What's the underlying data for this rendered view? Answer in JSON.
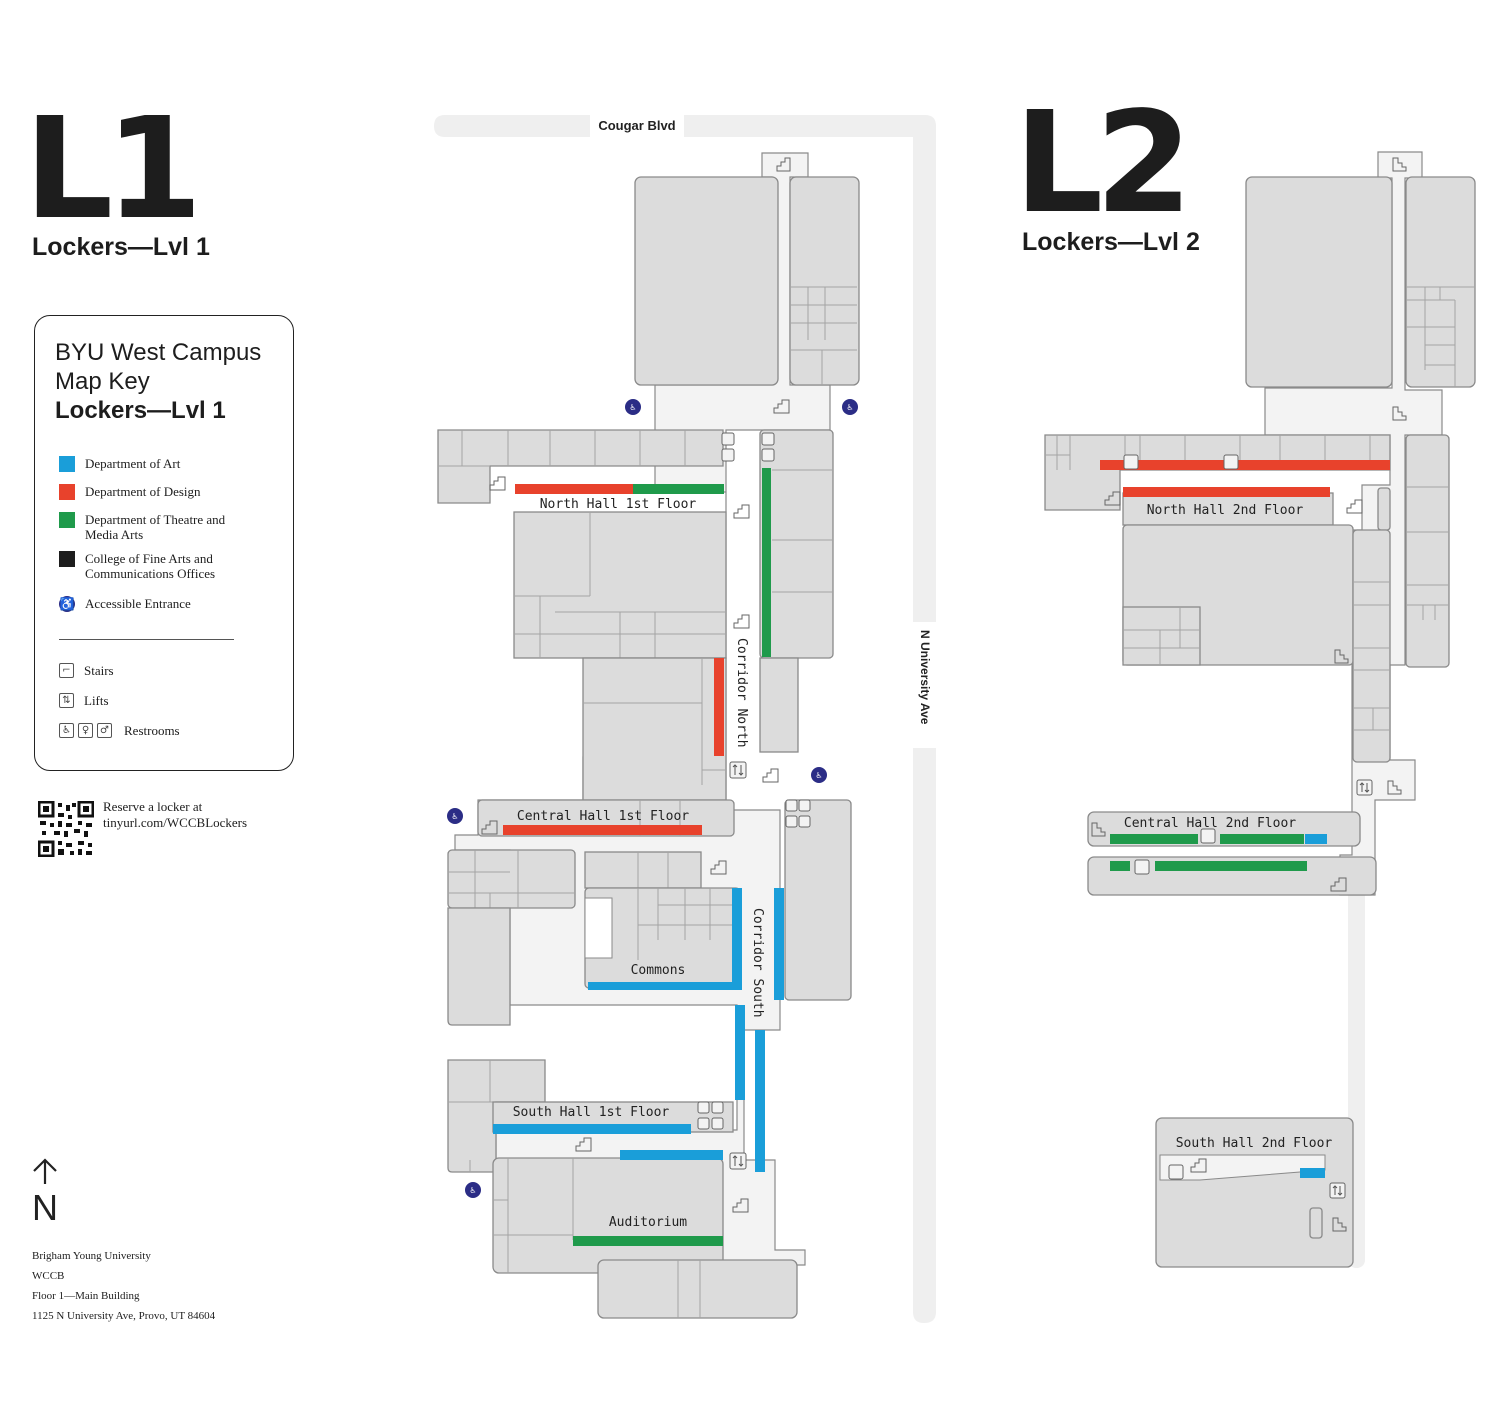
{
  "level1": {
    "big": "L1",
    "subtitle": "Lockers—Lvl 1"
  },
  "level2": {
    "big": "L2",
    "subtitle": "Lockers—Lvl 2"
  },
  "key": {
    "title_line1": "BYU West Campus",
    "title_line2": "Map Key",
    "title_line3": "Lockers—Lvl 1",
    "departments": [
      {
        "label": "Department of Art",
        "color": "#1a9ed9"
      },
      {
        "label": "Department of Design",
        "color": "#e8422c"
      },
      {
        "label": "Department of Theatre and Media Arts",
        "color": "#1f9a4b"
      },
      {
        "label": "College of Fine Arts and Communications Offices",
        "color": "#1d1d1d"
      },
      {
        "label": "Accessible Entrance",
        "color": "#2b2d86",
        "icon": "wheelchair-icon"
      }
    ],
    "symbols": [
      {
        "label": "Stairs",
        "icon": "stairs-icon"
      },
      {
        "label": "Lifts",
        "icon": "lift-icon"
      },
      {
        "label": "Restrooms",
        "icon": "restroom-icon"
      }
    ]
  },
  "reserve": {
    "line1": "Reserve a locker at",
    "line2": "tinyurl.com/WCCBLockers"
  },
  "north_arrow": {
    "label": "N"
  },
  "address": {
    "line1": "Brigham Young University",
    "line2": "WCCB",
    "line3": "Floor 1—Main Building",
    "line4": "1125 N University Ave, Provo, UT 84604"
  },
  "map": {
    "streets": {
      "cougar": "Cougar Blvd",
      "university": "N University Ave"
    },
    "l1_labels": {
      "north_hall": "North Hall 1st Floor",
      "central_hall": "Central Hall 1st Floor",
      "south_hall": "South Hall 1st Floor",
      "corridor_north": "Corridor North",
      "corridor_south": "Corridor South",
      "commons": "Commons",
      "auditorium": "Auditorium"
    },
    "l2_labels": {
      "north_hall": "North Hall 2nd Floor",
      "central_hall": "Central Hall 2nd Floor",
      "south_hall": "South Hall 2nd Floor"
    }
  }
}
